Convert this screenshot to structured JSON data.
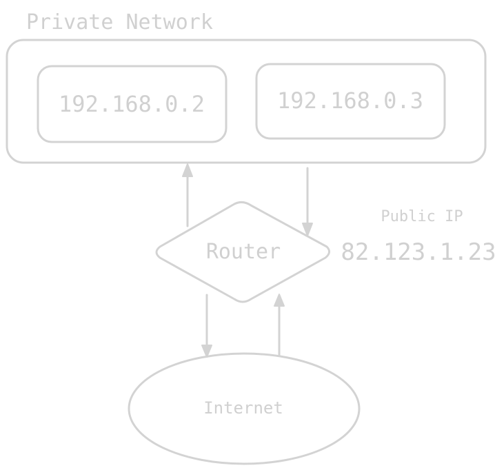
{
  "diagram": {
    "title": "Private Network",
    "hosts": [
      {
        "label": "192.168.0.2"
      },
      {
        "label": "192.168.0.3"
      }
    ],
    "router": {
      "label": "Router"
    },
    "public_ip": {
      "caption": "Public IP",
      "value": "82.123.1.23"
    },
    "internet": {
      "label": "Internet"
    },
    "colors": {
      "stroke": "#d3d3d3",
      "text": "#d0d0d0"
    }
  }
}
